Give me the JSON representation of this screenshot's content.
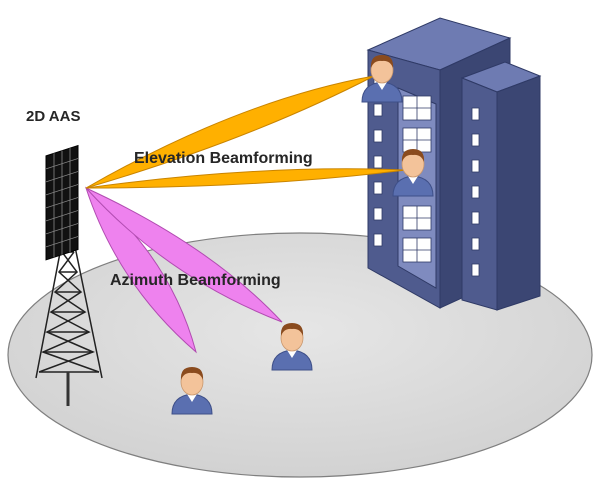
{
  "labels": {
    "antenna": "2D AAS",
    "elevation": "Elevation Beamforming",
    "azimuth": "Azimuth Beamforming"
  },
  "colors": {
    "ground_fill": "#dcdcdc",
    "elevation_beam": "#ffb000",
    "azimuth_beam": "#ee82ee",
    "building_front": "#4f5b8e",
    "building_side": "#3b4673",
    "building_top": "#6e7bb2",
    "window": "#ffffff",
    "antenna_panel": "#111111",
    "skin": "#f3c39a",
    "hair": "#8a4b1e",
    "shirt": "#5a6fb0"
  },
  "icons": [
    "base-station-tower-icon",
    "antenna-array-icon",
    "office-building-icon",
    "user-person-icon"
  ]
}
